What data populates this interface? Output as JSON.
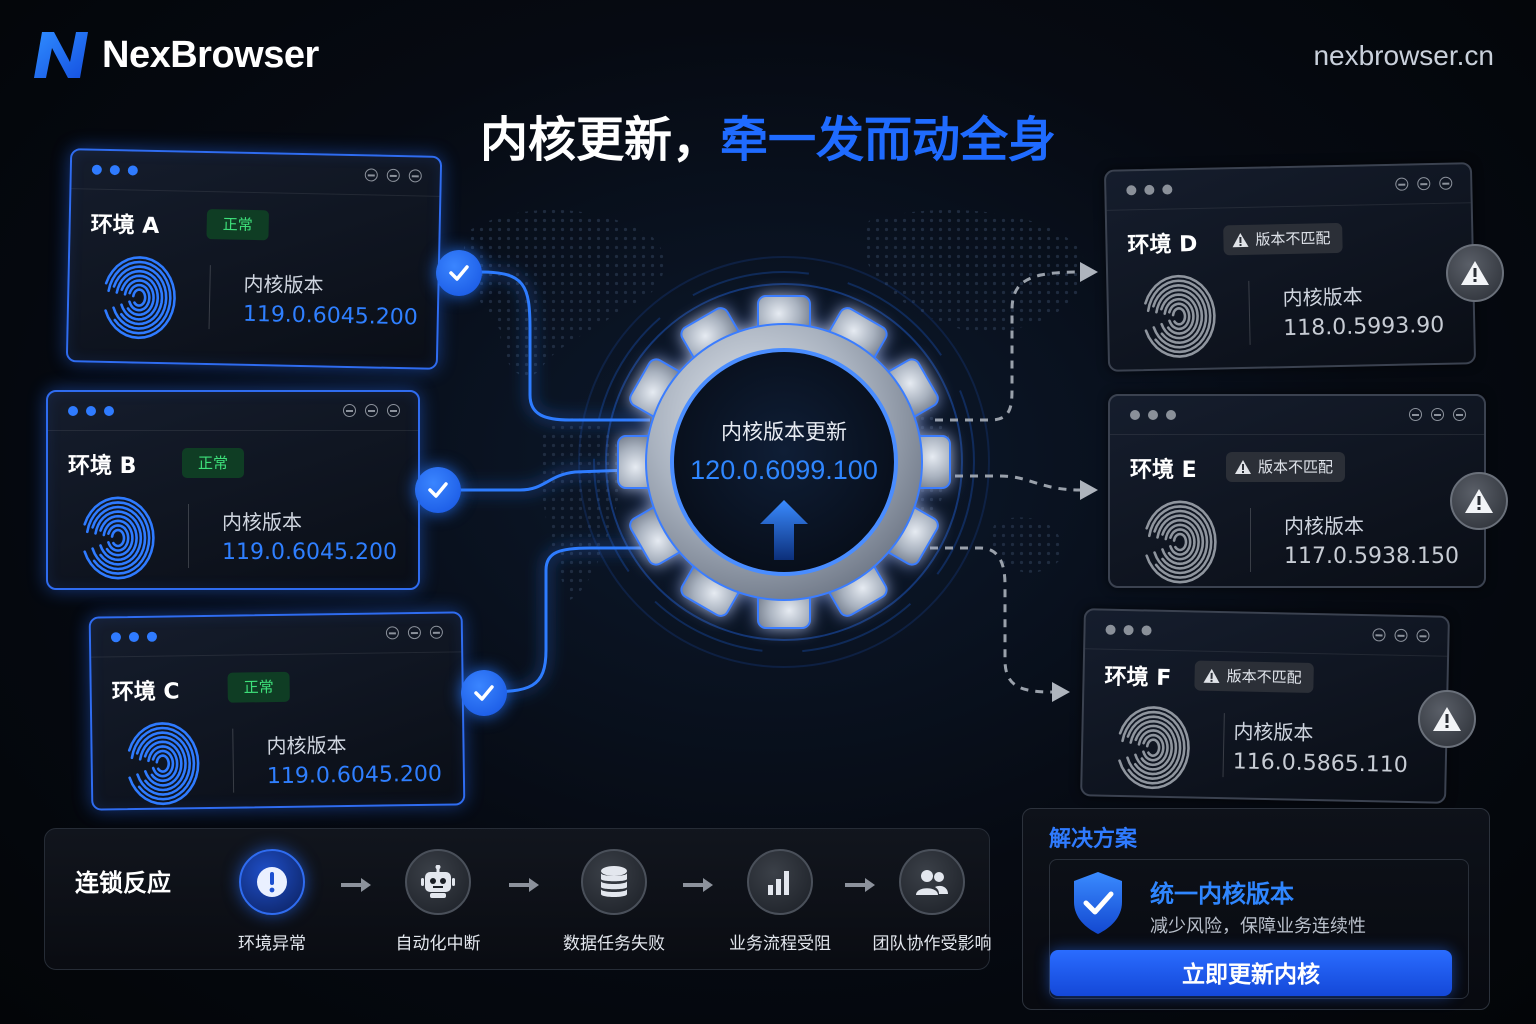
{
  "brand": {
    "name": "NexBrowser",
    "url": "nexbrowser.cn"
  },
  "headline": {
    "white": "内核更新，",
    "blue": "牵一发而动全身"
  },
  "colors": {
    "accent": "#1f6bff",
    "ok": "#3ee07a",
    "warn_gray": "#6a707a"
  },
  "center": {
    "title": "内核版本更新",
    "version": "120.0.6099.100",
    "icon": "arrow-up-icon"
  },
  "kernel_label": "内核版本",
  "environments_ok": [
    {
      "name": "环境 A",
      "status": "正常",
      "version": "119.0.6045.200"
    },
    {
      "name": "环境 B",
      "status": "正常",
      "version": "119.0.6045.200"
    },
    {
      "name": "环境 C",
      "status": "正常",
      "version": "119.0.6045.200"
    }
  ],
  "environments_bad": [
    {
      "name": "环境 D",
      "status": "版本不匹配",
      "version": "118.0.5993.90"
    },
    {
      "name": "环境 E",
      "status": "版本不匹配",
      "version": "117.0.5938.150"
    },
    {
      "name": "环境 F",
      "status": "版本不匹配",
      "version": "116.0.5865.110"
    }
  ],
  "chain": {
    "title": "连锁反应",
    "steps": [
      {
        "label": "环境异常",
        "icon": "alert-circle-icon"
      },
      {
        "label": "自动化中断",
        "icon": "robot-icon"
      },
      {
        "label": "数据任务失败",
        "icon": "database-icon"
      },
      {
        "label": "业务流程受阻",
        "icon": "bar-chart-icon"
      },
      {
        "label": "团队协作受影响",
        "icon": "team-icon"
      }
    ]
  },
  "solution": {
    "title": "解决方案",
    "main": "统一内核版本",
    "sub": "减少风险，保障业务连续性",
    "button": "立即更新内核",
    "icon": "shield-check-icon"
  }
}
